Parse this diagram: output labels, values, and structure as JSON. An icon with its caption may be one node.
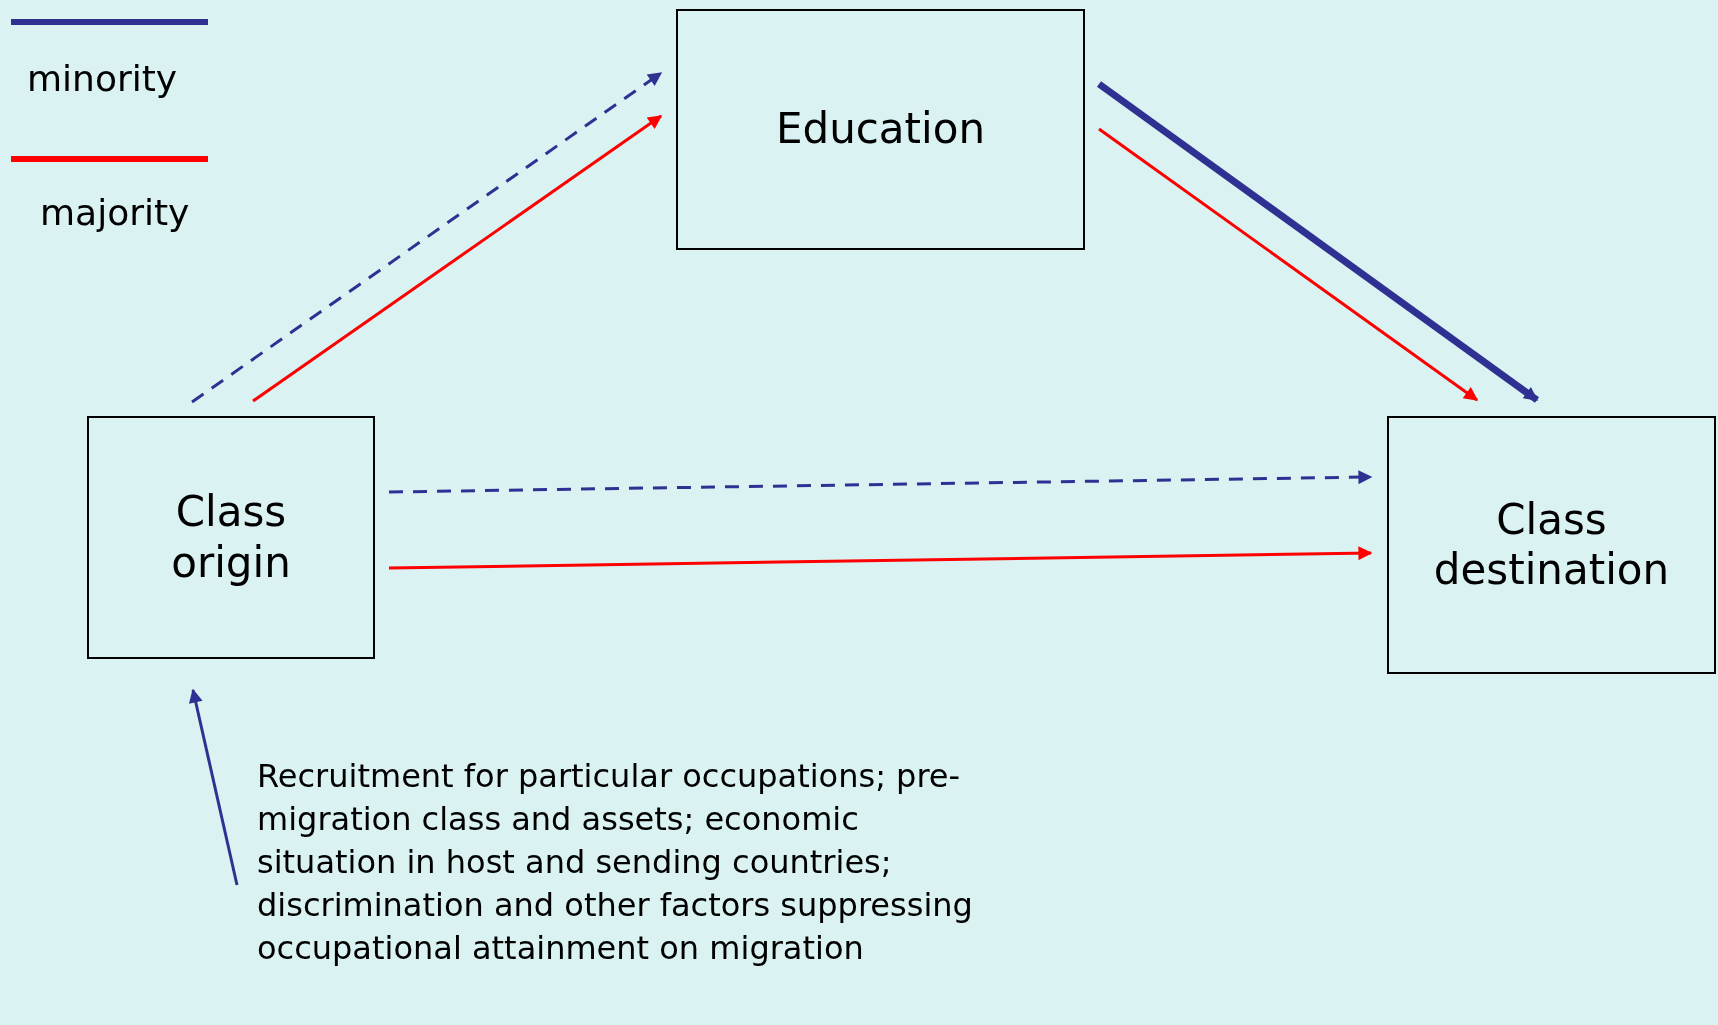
{
  "diagram": {
    "nodes": [
      {
        "text": [
          "Education"
        ]
      },
      {
        "text": [
          "Class origin"
        ]
      },
      {
        "text": [
          "Class destination"
        ]
      },
      {
        "text": [
          "Recruitment for particular occupations; pre-migration class and assets; economic situation in host and sending countries; discrimination and other factors suppressing occupational attainment on migration"
        ]
      }
    ],
    "edges": [
      {
        "from": 1,
        "to": 0,
        "arrow": "to",
        "style": "dashed"
      },
      {
        "from": 1,
        "to": 0,
        "arrow": "to",
        "color": "#ff0000"
      },
      {
        "from": 0,
        "to": 2,
        "arrow": "to",
        "style": "thick"
      },
      {
        "from": 0,
        "to": 2,
        "arrow": "to",
        "color": "#ff0000"
      },
      {
        "from": 1,
        "to": 2,
        "arrow": "to",
        "style": "dashed"
      },
      {
        "from": 1,
        "to": 2,
        "arrow": "to",
        "color": "#ff0000"
      },
      {
        "from": 3,
        "to": 1,
        "arrow": "to"
      }
    ],
    "legend": [
      {
        "text": "minority",
        "color": "#2e3192"
      },
      {
        "text": "majority",
        "color": "#ff0000"
      }
    ]
  }
}
